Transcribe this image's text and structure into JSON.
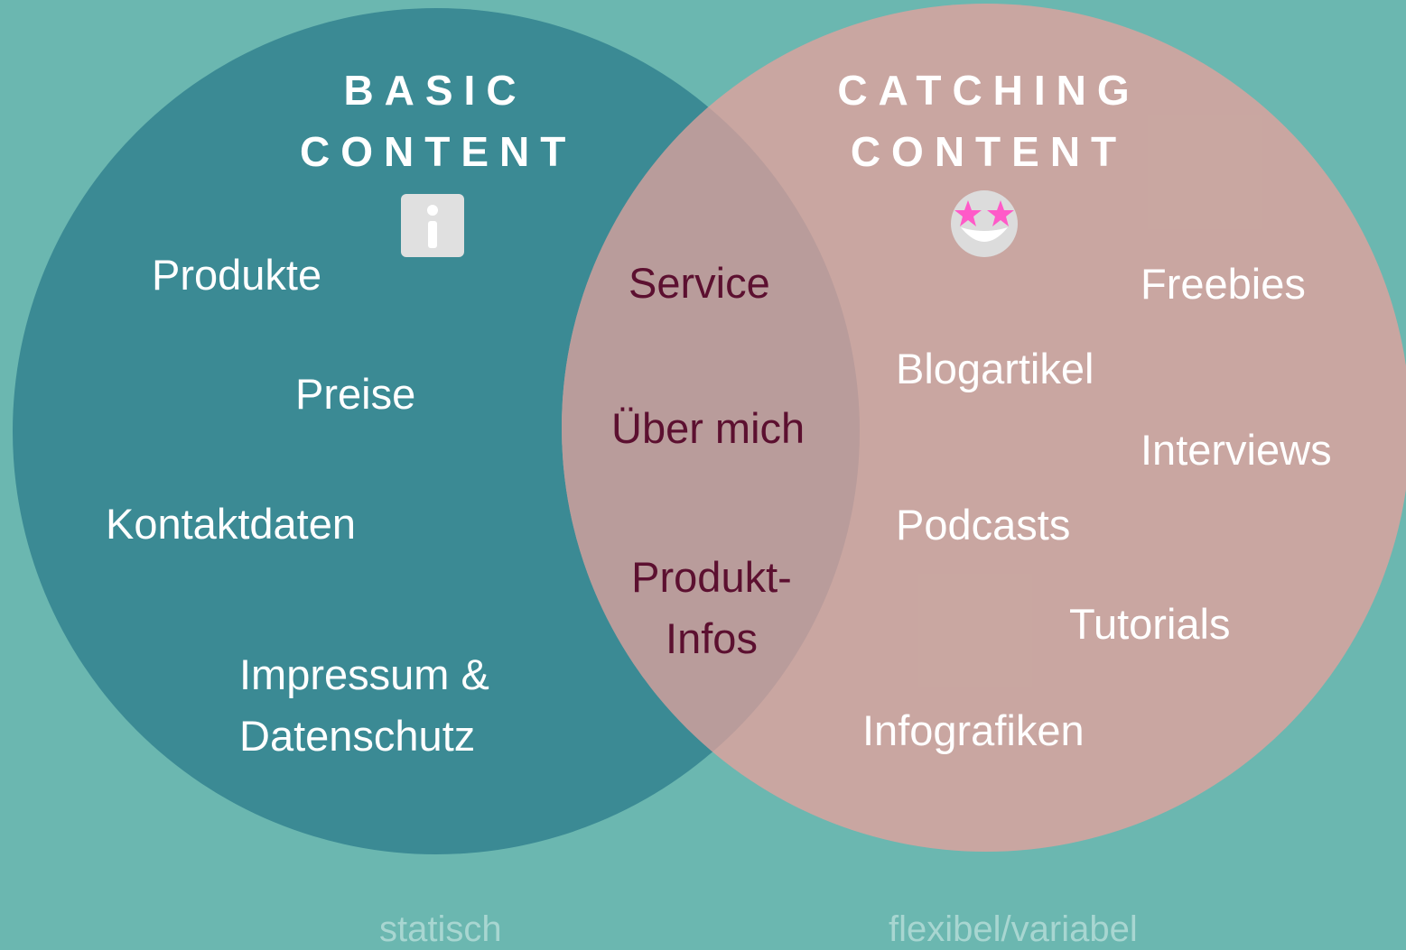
{
  "colors": {
    "background": "#6bb7b0",
    "left_circle": "#3b8a94",
    "right_circle": "#cda6a0",
    "overlap": "#b99c9b",
    "dark_text": "#5c1030",
    "caption_text": "#a8d6d1",
    "star_pink": "#ff5ac8"
  },
  "left": {
    "title_line1": "BASIC",
    "title_line2": "CONTENT",
    "icon": "info-icon",
    "items": [
      "Produkte",
      "Preise",
      "Kontaktdaten"
    ],
    "impressum_line1": "Impressum &",
    "impressum_line2": "Datenschutz",
    "caption": "statisch"
  },
  "overlap": {
    "items": [
      "Service",
      "Über mich"
    ],
    "produkt_line1": "Produkt-",
    "produkt_line2": "Infos"
  },
  "right": {
    "title_line1": "CATCHING",
    "title_line2": "CONTENT",
    "icon": "star-struck-emoji-icon",
    "items": [
      "Freebies",
      "Blogartikel",
      "Interviews",
      "Podcasts",
      "Tutorials",
      "Infografiken"
    ],
    "caption": "flexibel/variabel"
  }
}
